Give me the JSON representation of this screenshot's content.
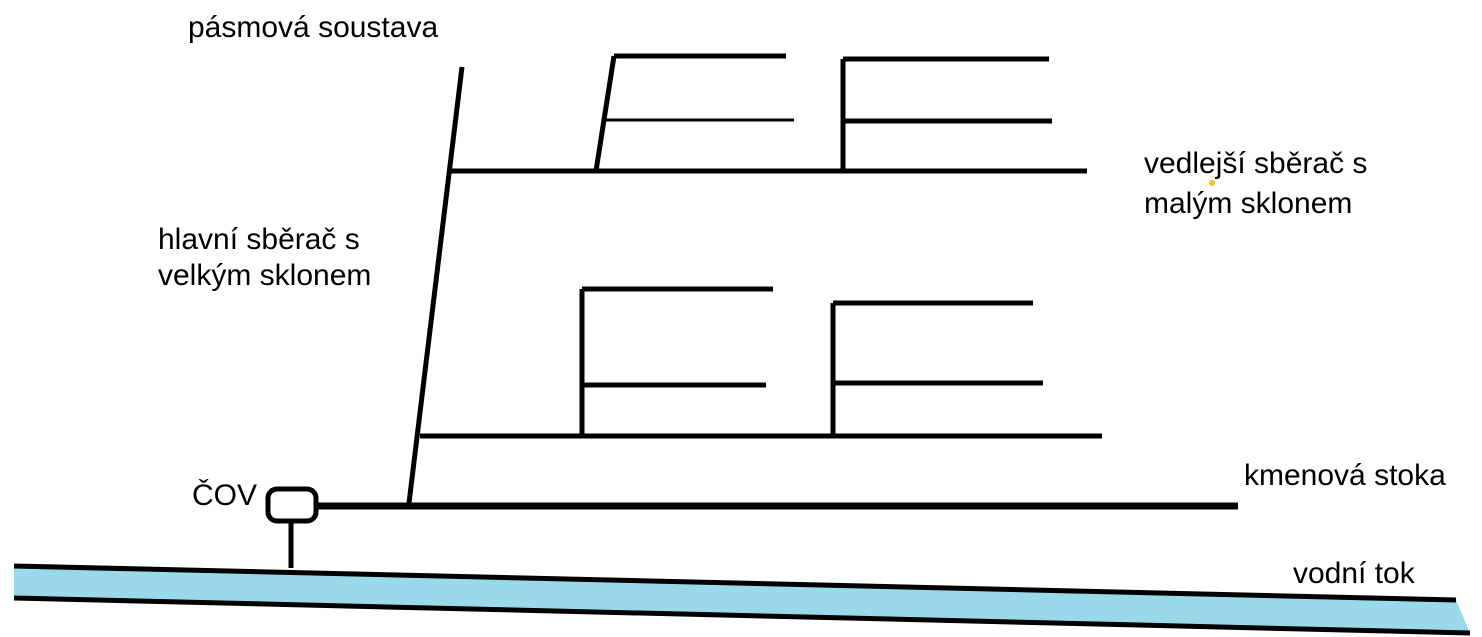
{
  "labels": {
    "pasmova": "pásmová soustava",
    "hlavni_line1": "hlavní sběrač s",
    "hlavni_line2": "velkým sklonem",
    "vedlejsi_line1": "vedlejší sběrač s",
    "vedlejsi_line2": "malým sklonem",
    "cov": "ČOV",
    "kmenova": "kmenová stoka",
    "vodni": "vodní tok"
  },
  "colors": {
    "lines": "#000000",
    "water": "#99d9ea",
    "background": "#ffffff",
    "accent_dot": "#ffc20e"
  }
}
